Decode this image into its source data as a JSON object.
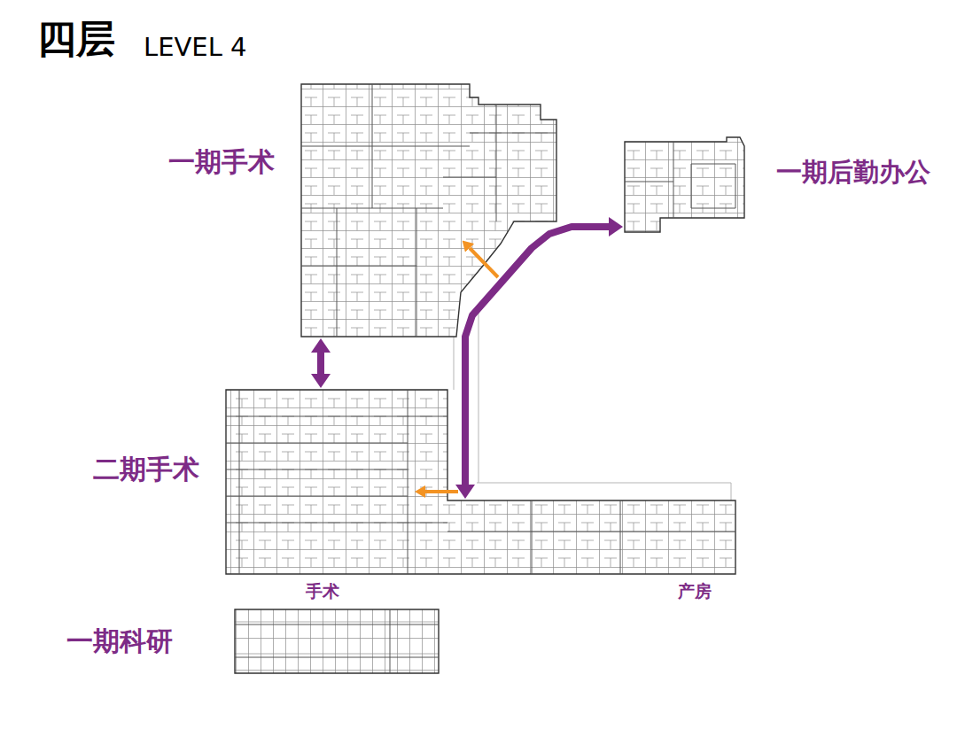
{
  "diagram": {
    "title": "四层",
    "nodes": [
      {
        "text": [
          "一期手术"
        ]
      },
      {
        "text": [
          "一期后勤办公"
        ]
      },
      {
        "text": [
          "二期手术",
          "手术",
          "产房"
        ]
      },
      {
        "text": [
          "一期科研"
        ]
      }
    ],
    "edges": [
      {
        "from": 0,
        "to": 2,
        "arrow": "both"
      },
      {
        "from": 2,
        "to": 1,
        "arrow": "both"
      }
    ],
    "labels": [
      "LEVEL 4"
    ]
  }
}
